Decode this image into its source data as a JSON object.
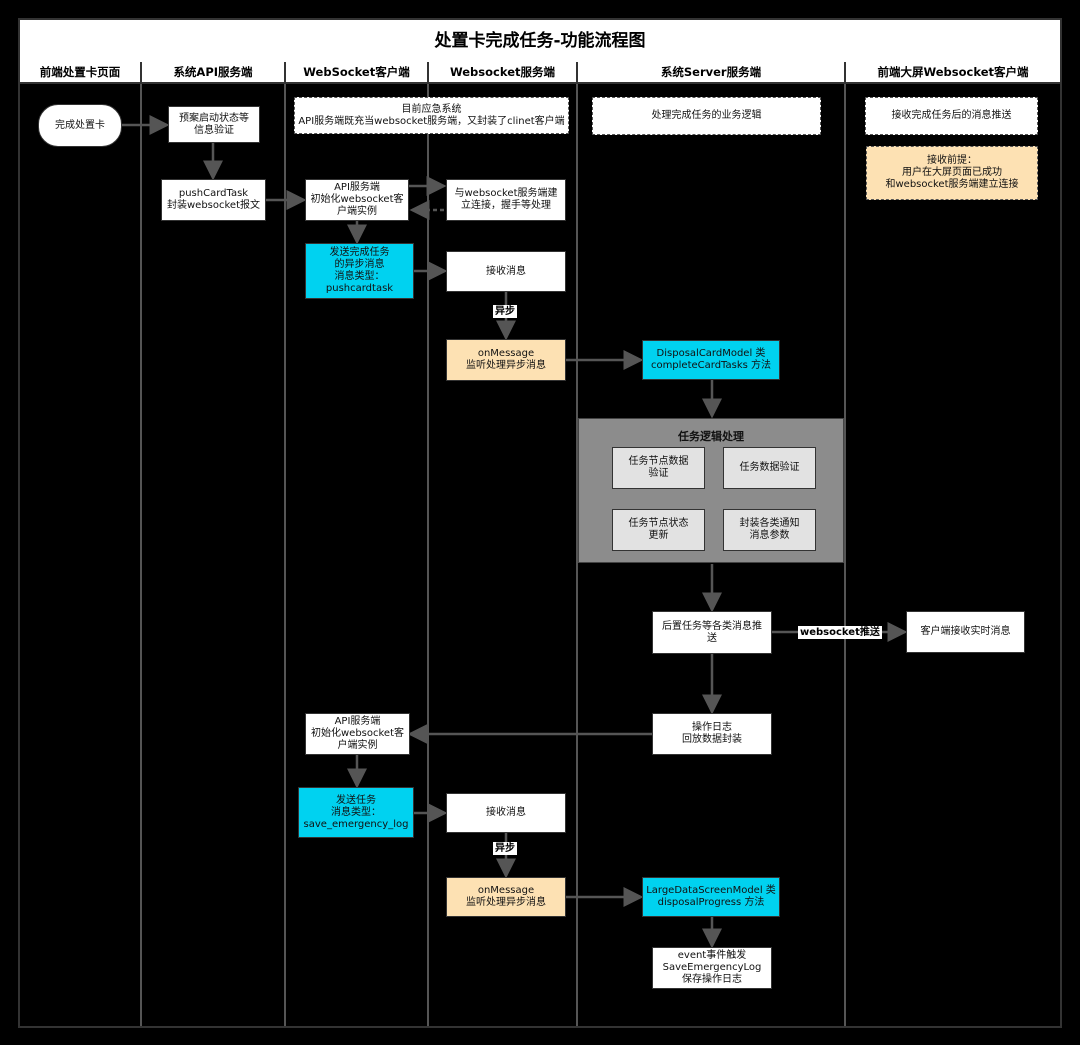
{
  "title": "处置卡完成任务-功能流程图",
  "lanes": [
    "前端处置卡页面",
    "系统API服务端",
    "WebSocket客户端",
    "Websocket服务端",
    "系统Server服务端",
    "前端大屏Websocket客户端"
  ],
  "nodes": {
    "complete_card": "完成处置卡",
    "plan_validate": "预案启动状态等\n信息验证",
    "push_card_task": "pushCardTask\n封装websocket报文",
    "system_note": "目前应急系统\nAPI服务端既充当websocket服务端，又封装了clinet客户端",
    "api_init_1": "API服务端\n初始化websocket客\n户端实例",
    "connect": "与websocket服务端建\n立连接，握手等处理",
    "send_complete": "发送完成任务\n的异步消息\n消息类型：\npushcardtask",
    "receive_1": "接收消息",
    "onmessage_1": "onMessage\n监听处理异步消息",
    "server_logic": "处理完成任务的业务逻辑",
    "disposal_model": "DisposalCardModel 类\ncompleteCardTasks 方法",
    "group_title": "任务逻辑处理",
    "task_node_validate": "任务节点数据\n验证",
    "task_data_validate": "任务数据验证",
    "task_node_update": "任务节点状态\n更新",
    "package_notice": "封装各类通知\n消息参数",
    "post_push": "后置任务等各类消息推\n送",
    "receive_push": "接收完成任务后的消息推送",
    "precondition": "接收前提：\n用户在大屏页面已成功\n和websocket服务端建立连接",
    "client_receive": "客户端接收实时消息",
    "op_log": "操作日志\n回放数据封装",
    "api_init_2": "API服务端\n初始化websocket客\n户端实例",
    "send_task": "发送任务\n消息类型：\nsave_emergency_log",
    "receive_2": "接收消息",
    "onmessage_2": "onMessage\n监听处理异步消息",
    "large_screen_model": "LargeDataScreenModel 类\ndisposalProgress 方法",
    "event_trigger": "event事件触发\nSaveEmergencyLog\n保存操作日志"
  },
  "edge_labels": {
    "async_1": "异步",
    "async_2": "异步",
    "ws_push": "websocket推送"
  },
  "colors": {
    "highlight": "#00d2f0",
    "peach": "#fde1b3",
    "group": "#8c8c8c",
    "background": "#000000"
  }
}
